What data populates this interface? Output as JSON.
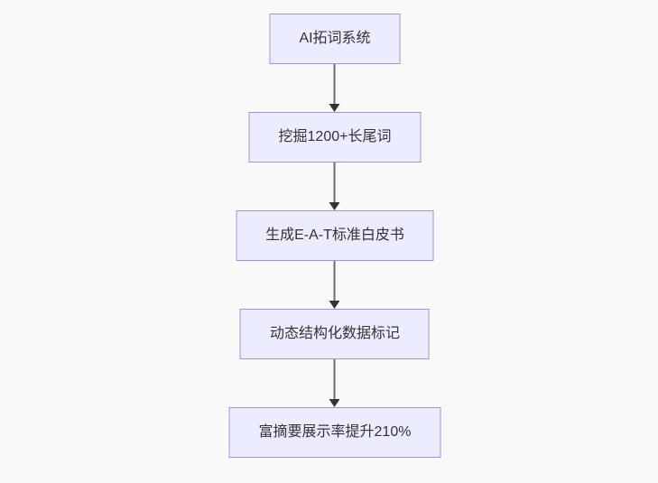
{
  "canvas": {
    "background": "#f9f9f9"
  },
  "flowchart": {
    "type": "flowchart-top-down",
    "nodes": [
      {
        "id": "A",
        "label": "AI拓词系统"
      },
      {
        "id": "B",
        "label": "挖掘1200+长尾词"
      },
      {
        "id": "C",
        "label": "生成E-A-T标准白皮书"
      },
      {
        "id": "D",
        "label": "动态结构化数据标记"
      },
      {
        "id": "E",
        "label": "富摘要展示率提升210%"
      }
    ],
    "edges": [
      {
        "from": "A",
        "to": "B"
      },
      {
        "from": "B",
        "to": "C"
      },
      {
        "from": "C",
        "to": "D"
      },
      {
        "from": "D",
        "to": "E"
      }
    ],
    "colors": {
      "canvas_bg": "#f9f9f9",
      "node_fill": "#ECECFF",
      "node_border": "#A294DA",
      "text": "#333333",
      "arrow_line": "#6d6d6d",
      "arrow_head": "#333333"
    }
  }
}
